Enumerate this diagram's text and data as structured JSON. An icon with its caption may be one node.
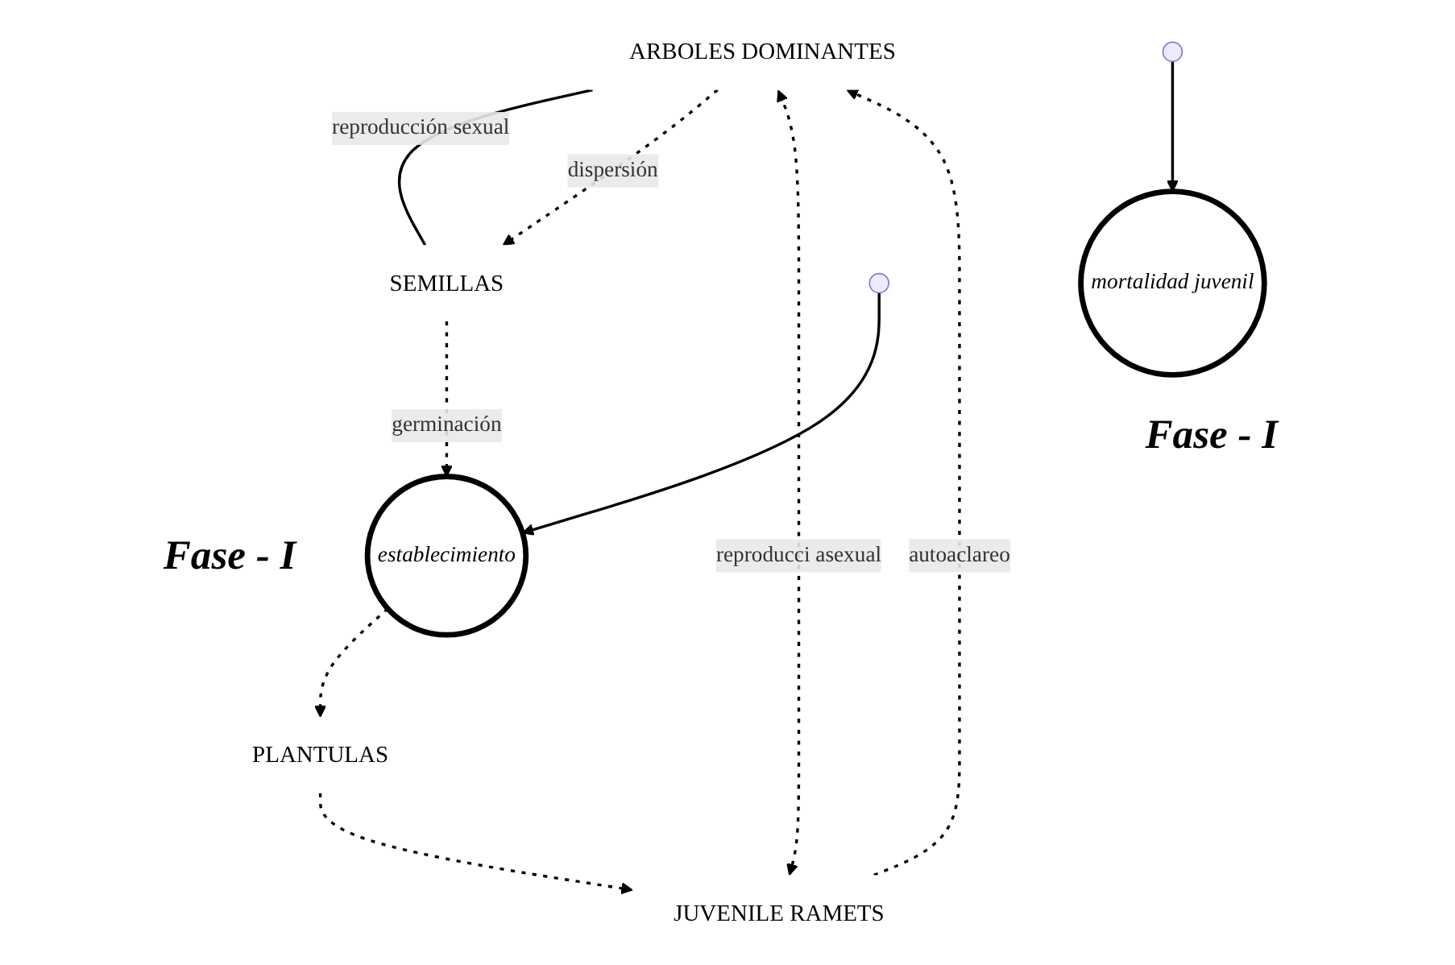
{
  "diagram": {
    "nodes": [
      {
        "text": [
          "ARBOLES DOMINANTES"
        ]
      },
      {
        "text": [
          "SEMILLAS"
        ]
      },
      {
        "text": [
          "PLANTULAS"
        ]
      },
      {
        "text": [
          "JUVENILE RAMETS"
        ]
      },
      {
        "text": [
          "establecimiento"
        ],
        "beside": [
          "Fase - I"
        ]
      },
      {
        "text": [
          "mortalidad juvenil"
        ],
        "beside": [
          "Fase - I"
        ]
      }
    ],
    "edges": [
      {
        "from": 0,
        "to": 1,
        "arrow": "none",
        "label": "reproducción sexual"
      },
      {
        "from": 0,
        "to": 1,
        "arrow": "to",
        "label": "dispersión",
        "style": "dashed"
      },
      {
        "from": 1,
        "to": 4,
        "arrow": "to",
        "label": "germinación",
        "style": "dashed"
      },
      {
        "from": 4,
        "to": 2,
        "arrow": "to",
        "style": "dashed"
      },
      {
        "from": 2,
        "to": 3,
        "arrow": "to",
        "style": "dashed"
      },
      {
        "from": 3,
        "to": 0,
        "arrow": "to",
        "label": "autoaclareo",
        "style": "dashed"
      },
      {
        "from": 0,
        "to": 3,
        "arrow": "both",
        "label": "reproducci asexual",
        "style": "dashed"
      },
      {
        "from": null,
        "to": 4,
        "arrow": "to"
      },
      {
        "from": null,
        "to": 5,
        "arrow": "to"
      }
    ]
  }
}
